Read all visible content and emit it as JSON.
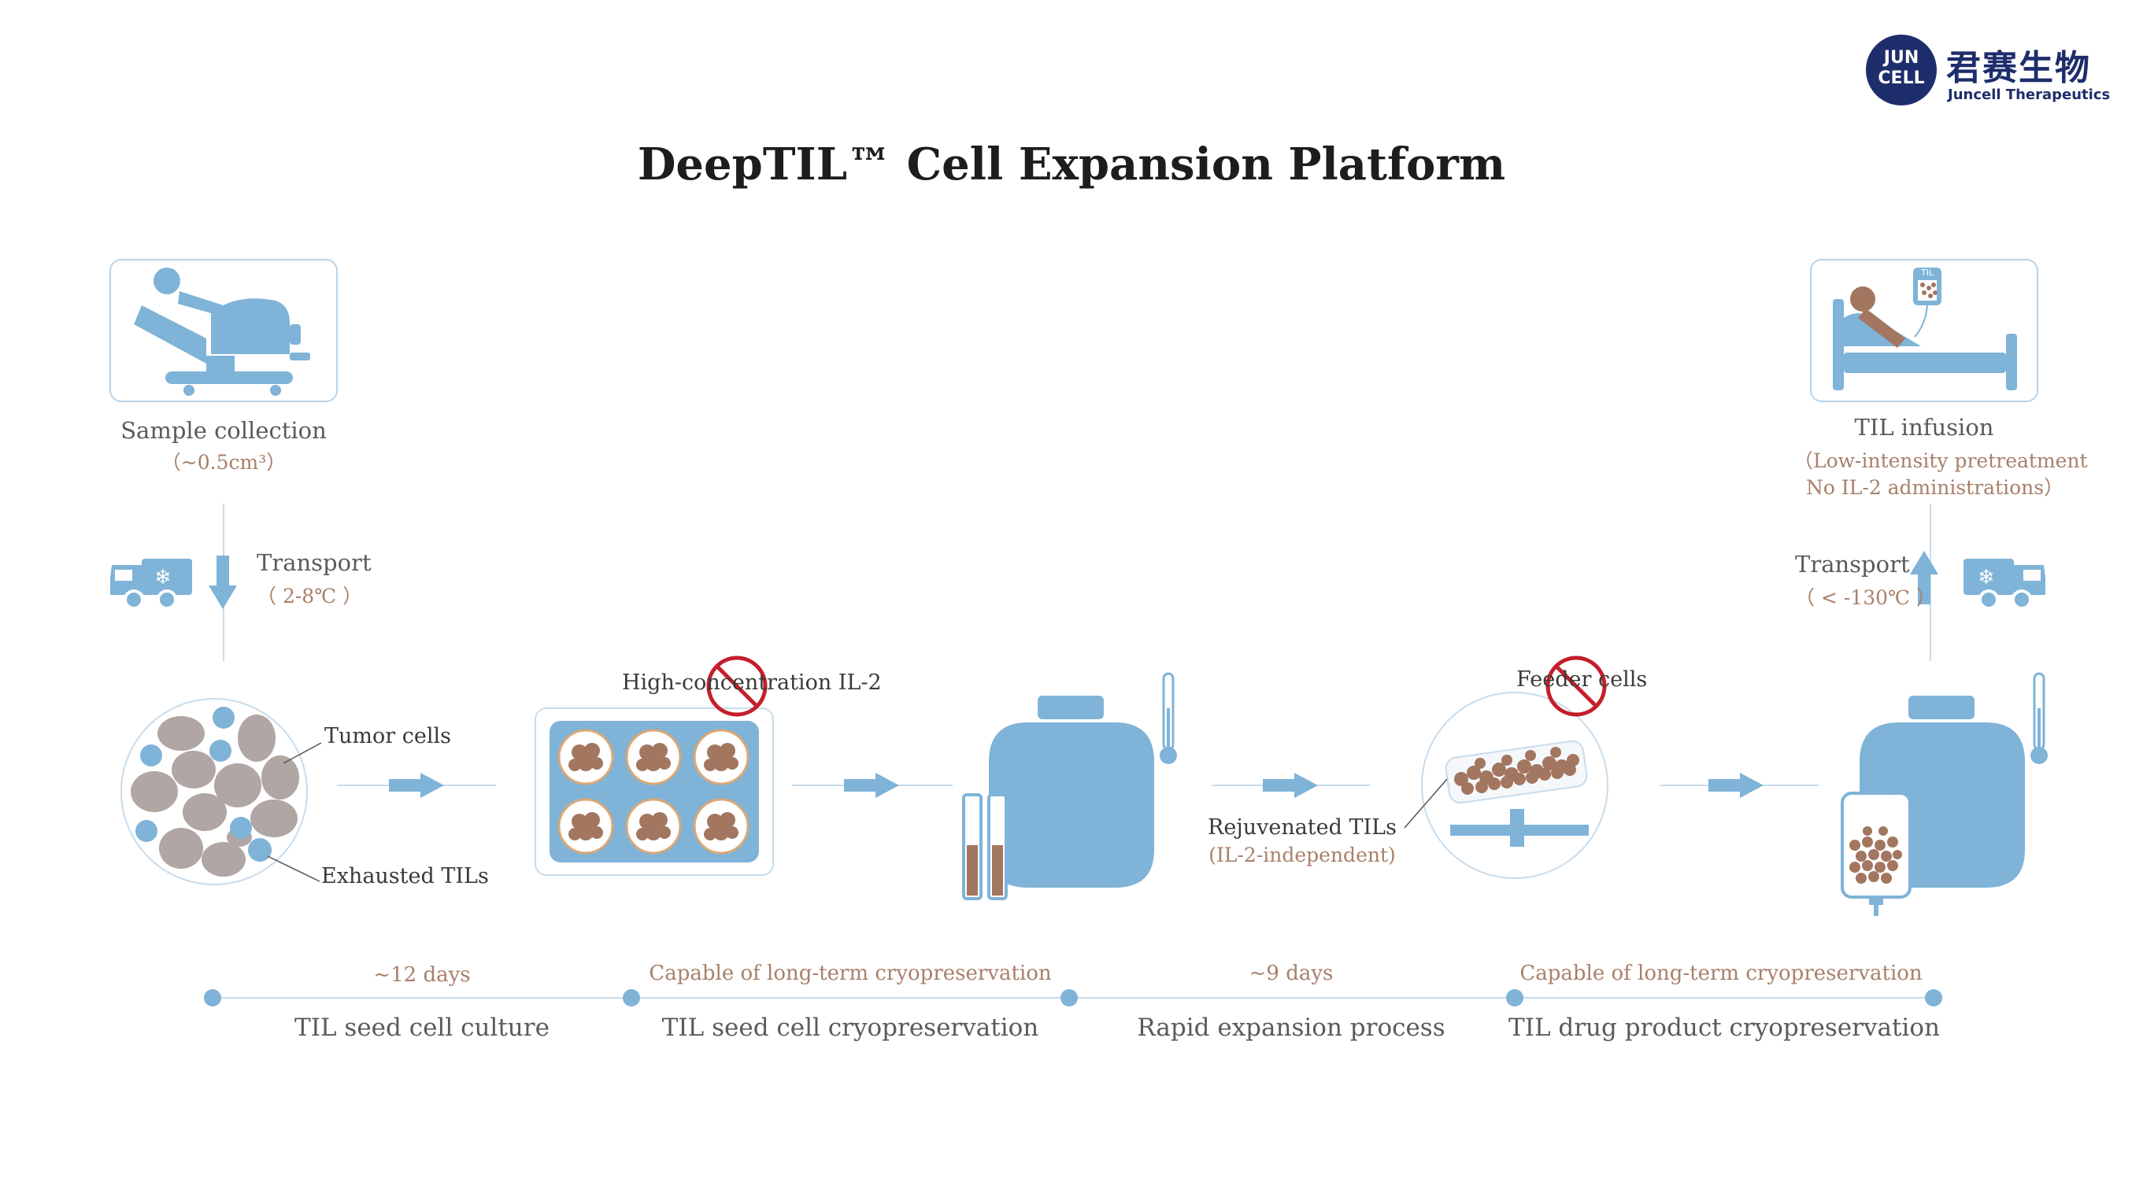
{
  "logo": {
    "badge_top": "JUN",
    "badge_bottom": "CELL",
    "name_cn": "君赛生物",
    "name_en": "Juncell Therapeutics"
  },
  "title": "DeepTIL™ Cell Expansion Platform",
  "steps": {
    "sample": {
      "label": "Sample collection",
      "sub": "（~0.5cm³）"
    },
    "transport_in": {
      "label": "Transport",
      "sub": "（ 2-8℃ ）"
    },
    "tumor": {
      "tumor_cells": "Tumor cells",
      "exhausted": "Exhausted TILs"
    },
    "il2": {
      "label": "High-concentration IL-2"
    },
    "feeder": {
      "label": "Feeder cells"
    },
    "rejuvenated": {
      "label": "Rejuvenated TILs",
      "sub": "(IL-2-independent)"
    },
    "infusion": {
      "label": "TIL infusion",
      "sub1": "（Low-intensity pretreatment",
      "sub2": "No IL-2 administrations）",
      "badge": "TIL"
    },
    "transport_out": {
      "label": "Transport",
      "sub": "（ < -130℃ ）"
    }
  },
  "timeline": [
    {
      "label": "TIL seed cell culture",
      "sub": "~12 days"
    },
    {
      "label": "TIL seed cell cryopreservation",
      "sub": "Capable of long-term cryopreservation"
    },
    {
      "label": "Rapid expansion process",
      "sub": "~9 days"
    },
    {
      "label": "TIL drug product cryopreservation",
      "sub": "Capable of long-term cryopreservation"
    }
  ],
  "colors": {
    "blue": "#7fb3d8",
    "brown": "#a37660",
    "gray": "#b0a6a3",
    "red": "#c41e2a",
    "navy": "#1e2d6b"
  }
}
